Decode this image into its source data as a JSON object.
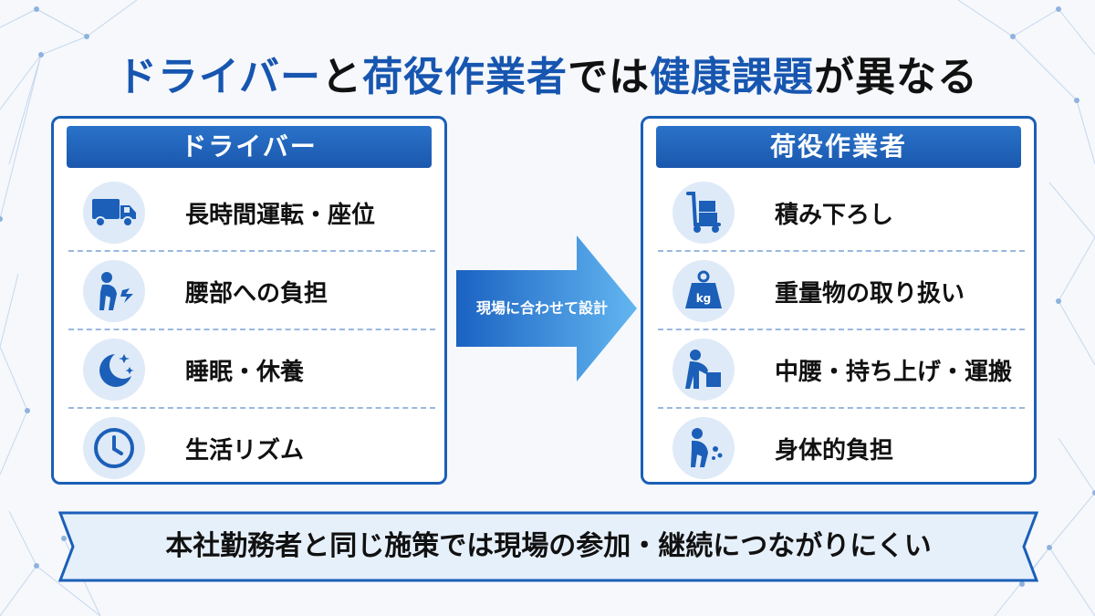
{
  "title": {
    "part1": "ドライバー",
    "part2": "と",
    "part3": "荷役作業者",
    "part4": "では",
    "part5": "健康課題",
    "part6": "が異なる"
  },
  "left_card": {
    "header": "ドライバー",
    "items": [
      {
        "label": "長時間運転・座位",
        "icon": "truck-icon"
      },
      {
        "label": "腰部への負担",
        "icon": "back-pain-icon"
      },
      {
        "label": "睡眠・休養",
        "icon": "moon-stars-icon"
      },
      {
        "label": "生活リズム",
        "icon": "clock-icon"
      }
    ]
  },
  "arrow": {
    "label": "現場に合わせて設計"
  },
  "right_card": {
    "header": "荷役作業者",
    "items": [
      {
        "label": "積み下ろし",
        "icon": "hand-truck-icon"
      },
      {
        "label": "重量物の取り扱い",
        "icon": "weight-icon",
        "icon_text": "kg"
      },
      {
        "label": "中腰・持ち上げ・運搬",
        "icon": "lifting-box-icon"
      },
      {
        "label": "身体的負担",
        "icon": "body-strain-icon"
      }
    ]
  },
  "bottom": {
    "text": "本社勤務者と同じ施策では現場の参加・継続につながりにくい"
  },
  "colors": {
    "primary": "#1b5fb8",
    "icon_bg": "#dfeaf8",
    "arrow_light": "#5fb0ee"
  }
}
